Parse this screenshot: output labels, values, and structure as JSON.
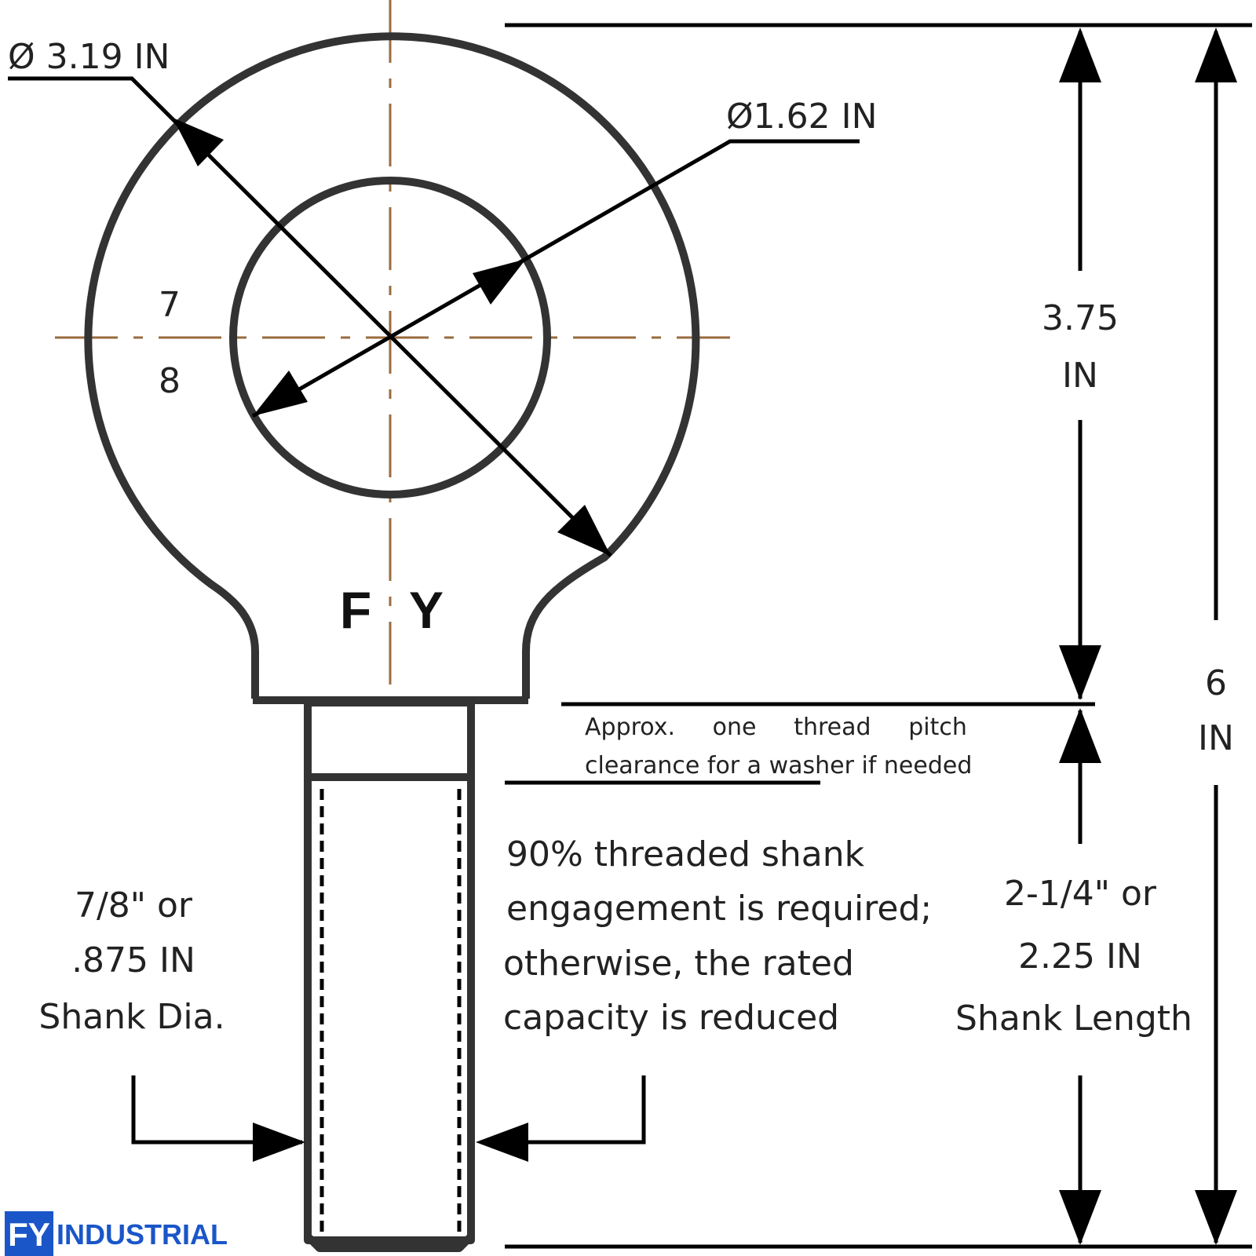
{
  "eye_outer_diameter": "Ø 3.19 IN",
  "eye_inner_diameter": "Ø1.62 IN",
  "section_fraction": {
    "numerator": "7",
    "denominator": "8"
  },
  "stamp": {
    "left": "F",
    "right": "Y"
  },
  "height_to_shoulder": {
    "value": "3.75",
    "unit": "IN"
  },
  "overall_height": {
    "value": "6",
    "unit": "IN"
  },
  "washer_note": {
    "line1": "Approx.     one     thread     pitch",
    "line2": "clearance for a washer if needed"
  },
  "engagement_note": {
    "line1": "90% threaded shank",
    "line2": "engagement is required;",
    "line3": "otherwise, the rated",
    "line4": "capacity is reduced"
  },
  "shank_diameter": {
    "line1": "7/8\" or",
    "line2": ".875 IN",
    "line3": "Shank Dia."
  },
  "shank_length": {
    "line1": "2-1/4\" or",
    "line2": "2.25 IN",
    "line3": "Shank Length"
  },
  "logo": {
    "mark": "FY",
    "name": "INDUSTRIAL",
    "color": "#1a56c8"
  },
  "colors": {
    "outline": "#333333",
    "centerline": "#9a6b3f",
    "dimension": "#000000"
  }
}
